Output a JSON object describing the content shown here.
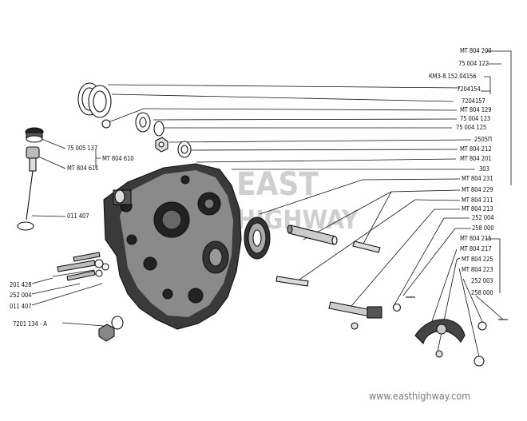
{
  "watermark": {
    "line1": "EAST",
    "line2": "HIGHWAY",
    "url": "www.easthighway.com"
  },
  "labels": {
    "right": [
      "MT 804 200",
      "75 004 122",
      "КМЗ-8.152.04156",
      "7204154",
      "7204157",
      "MT 804 129",
      "75 004 123",
      "75 004 125",
      "2505П",
      "MT 804 212",
      "MT 804 201",
      "303",
      "MT 804 231",
      "MT 804 229",
      "MT 804 211",
      "MT 804 213",
      "252 004",
      "258 000",
      "MT 804 215",
      "MT 804 217",
      "MT 804 225",
      "MT 804 223",
      "252 003",
      "258 000"
    ],
    "left": {
      "l1": "75 005 137",
      "l2": "MT 804 611",
      "l3": "MT 804 610",
      "l4": "011 407",
      "l5": "201 428",
      "l6": "252 004",
      "l7": "011 407",
      "l8": "7201 134 - A"
    }
  }
}
